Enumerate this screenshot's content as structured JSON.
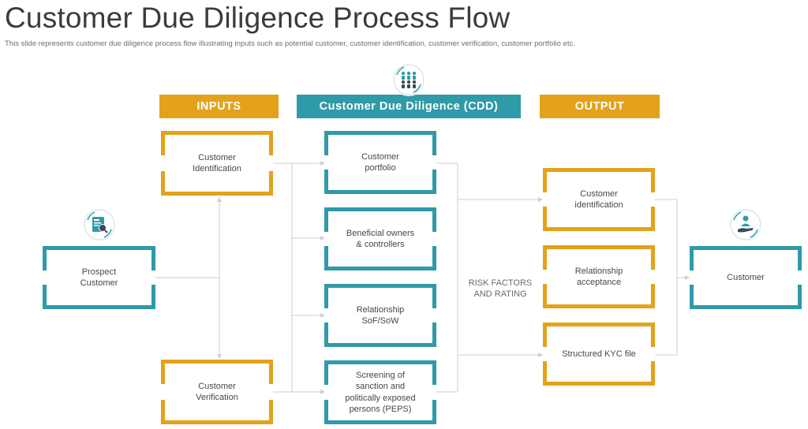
{
  "slide": {
    "title": "Customer Due Diligence Process Flow",
    "subtitle": "This slide represents customer due diligence process flow illustrating inputs such as potential customer, customer identification, customer verification, customer portfolio etc."
  },
  "colors": {
    "gold": "#e3a21a",
    "teal": "#2f9aa8",
    "connector": "#c8c8c8"
  },
  "headers": {
    "inputs": "INPUTS",
    "cdd": "Customer Due Diligence (CDD)",
    "output": "OUTPUT"
  },
  "icons": {
    "prospect": "customer-search-icon",
    "cdd": "team-group-icon",
    "customer": "customer-hand-icon"
  },
  "prospect": {
    "label": "Prospect\nCustomer"
  },
  "inputs": [
    {
      "label": "Customer\nIdentification"
    },
    {
      "label": "Customer\nVerification"
    }
  ],
  "cdd": [
    {
      "label": "Customer\nportfolio"
    },
    {
      "label": "Beneficial owners\n& controllers"
    },
    {
      "label": "Relationship\nSoF/SoW"
    },
    {
      "label": "Screening of\nsanction and\npolitically exposed\npersons (PEPS)"
    }
  ],
  "risk_label": "RISK FACTORS\nAND RATING",
  "outputs": [
    {
      "label": "Customer\nidentification"
    },
    {
      "label": "Relationship\nacceptance"
    },
    {
      "label": "Structured KYC file"
    }
  ],
  "customer": {
    "label": "Customer"
  }
}
